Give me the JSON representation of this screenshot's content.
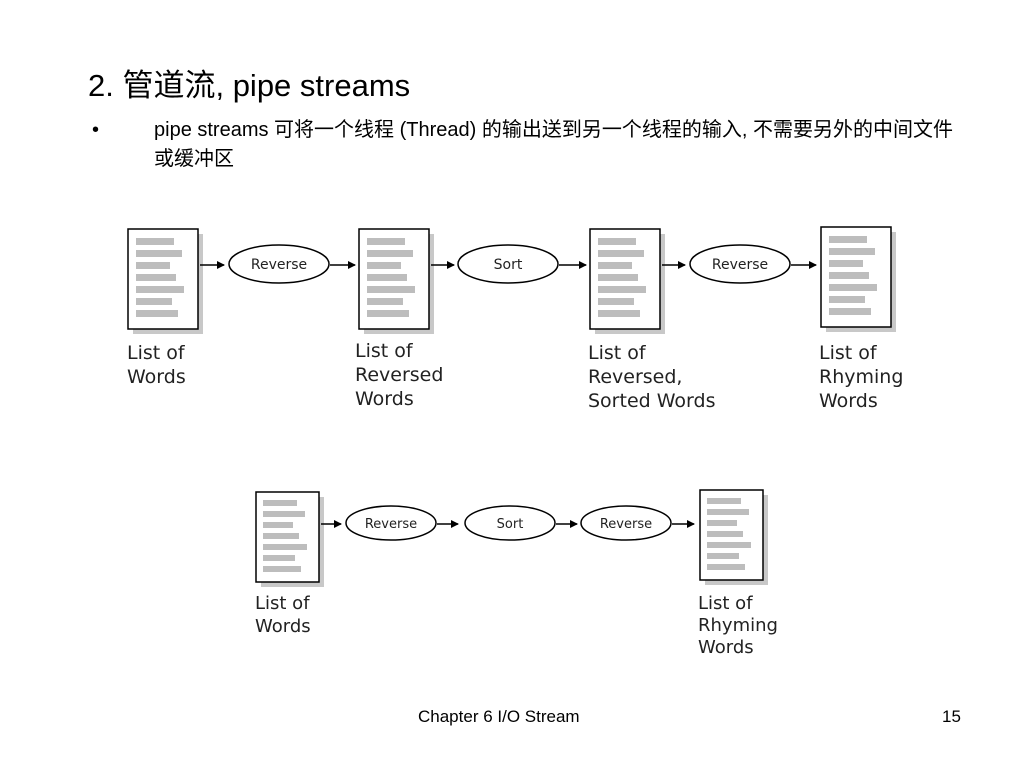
{
  "slide": {
    "title": "2. 管道流, pipe streams",
    "bullet_marker": "•",
    "bullet_text": "pipe streams 可将一个线程 (Thread) 的输出送到另一个线程的输入, 不需要另外的中间文件或缓冲区"
  },
  "diagram_top": {
    "filters": [
      "Reverse",
      "Sort",
      "Reverse"
    ],
    "doc_captions": [
      [
        "List of",
        "Words"
      ],
      [
        "List of",
        "Reversed",
        "Words"
      ],
      [
        "List of",
        "Reversed,",
        "Sorted Words"
      ],
      [
        "List of",
        "Rhyming",
        "Words"
      ]
    ]
  },
  "diagram_bottom": {
    "filters": [
      "Reverse",
      "Sort",
      "Reverse"
    ],
    "doc_captions": [
      [
        "List of",
        "Words"
      ],
      [
        "List of",
        "Rhyming",
        "Words"
      ]
    ]
  },
  "footer": {
    "chapter": "Chapter 6 I/O Stream",
    "page_number": "15"
  }
}
